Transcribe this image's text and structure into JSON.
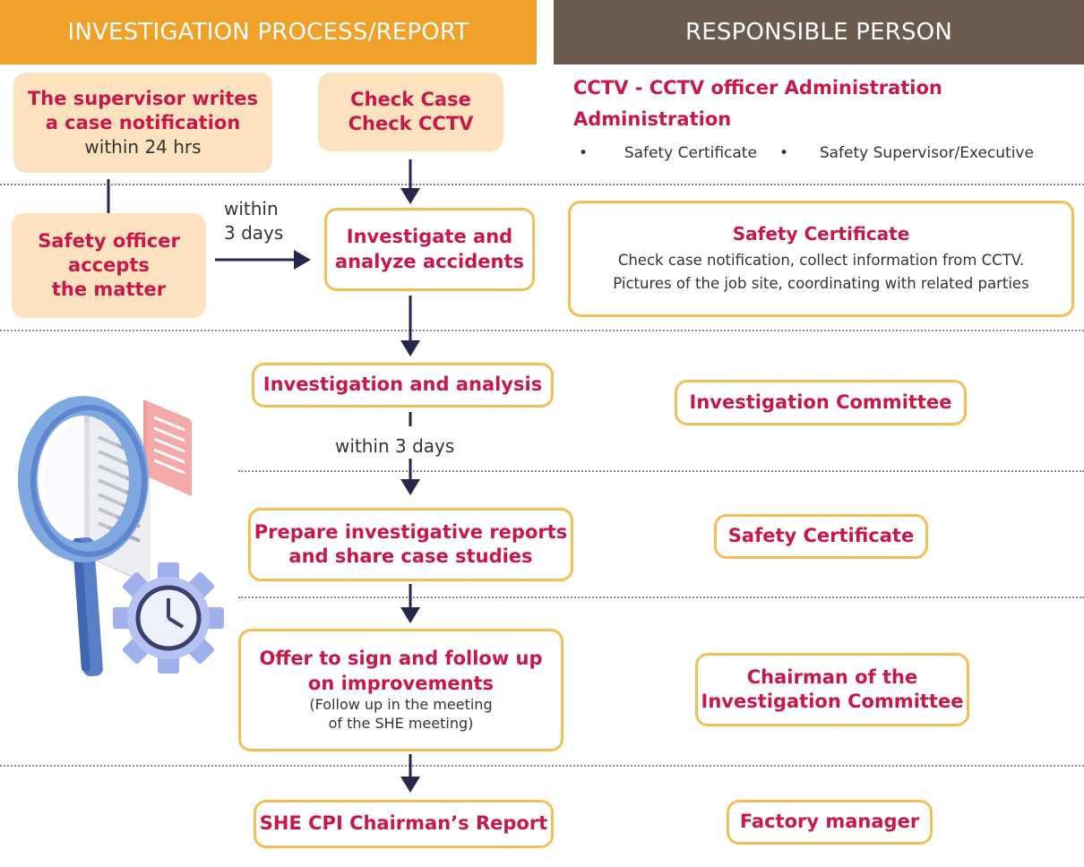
{
  "headers": {
    "left": "INVESTIGATION PROCESS/REPORT",
    "right": "RESPONSIBLE PERSON"
  },
  "process": {
    "supervisor": {
      "line1": "The supervisor writes",
      "line2": "a case notification",
      "line3": "within 24 hrs"
    },
    "check": {
      "line1": "Check Case",
      "line2": "Check CCTV"
    },
    "safety_officer": {
      "line1": "Safety officer",
      "line2": "accepts",
      "line3": "the matter"
    },
    "within_3_days_a": {
      "line1": "within",
      "line2": "3 days"
    },
    "investigate": {
      "line1": "Investigate and",
      "line2": "analyze accidents"
    },
    "investigation_analysis": "Investigation and analysis",
    "within_3_days_b": "within 3 days",
    "prepare": {
      "line1": "Prepare investigative reports",
      "line2": "and share case studies"
    },
    "offer": {
      "line1": "Offer to sign and follow up",
      "line2": "on improvements",
      "line3": "(Follow up in the meeting",
      "line4": "of the SHE meeting)"
    },
    "she_cpi": "SHE CPI Chairman’s Report"
  },
  "responsible": {
    "row1": {
      "title1": "CCTV - CCTV officer Administration",
      "title2": "Administration",
      "bullet_a": "Safety Certificate",
      "bullet_b": "Safety Supervisor/Executive",
      "bullet_char": "•"
    },
    "row2": {
      "title": "Safety Certificate",
      "line1": "Check case notification, collect information from CCTV.",
      "line2": "Pictures of the job site, coordinating with related parties"
    },
    "row3": "Investigation Committee",
    "row4": "Safety Certificate",
    "row5": {
      "line1": "Chairman of the",
      "line2": "Investigation Committee"
    },
    "row6": "Factory manager"
  },
  "colors": {
    "header_left": "#efa129",
    "header_right": "#6b5a4e",
    "accent_text": "#c8184a",
    "fill_box": "#fde2bf",
    "outline_box": "#f6bf55",
    "arrow": "#26284b"
  },
  "icons": [
    "magnifying-glass-icon",
    "document-icon",
    "gear-clock-icon"
  ]
}
